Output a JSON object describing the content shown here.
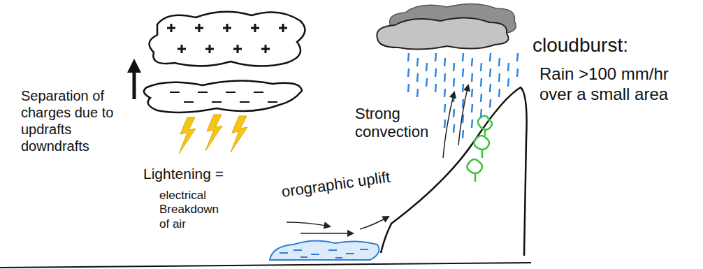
{
  "diagram": {
    "labels": [
      "Separation of charges due to updrafts downdrafts",
      "Lightening =",
      "electrical Breakdown of air",
      "orographic uplift",
      "Strong convection",
      "cloudburst:",
      "Rain >100 mm/hr over a small area"
    ]
  }
}
